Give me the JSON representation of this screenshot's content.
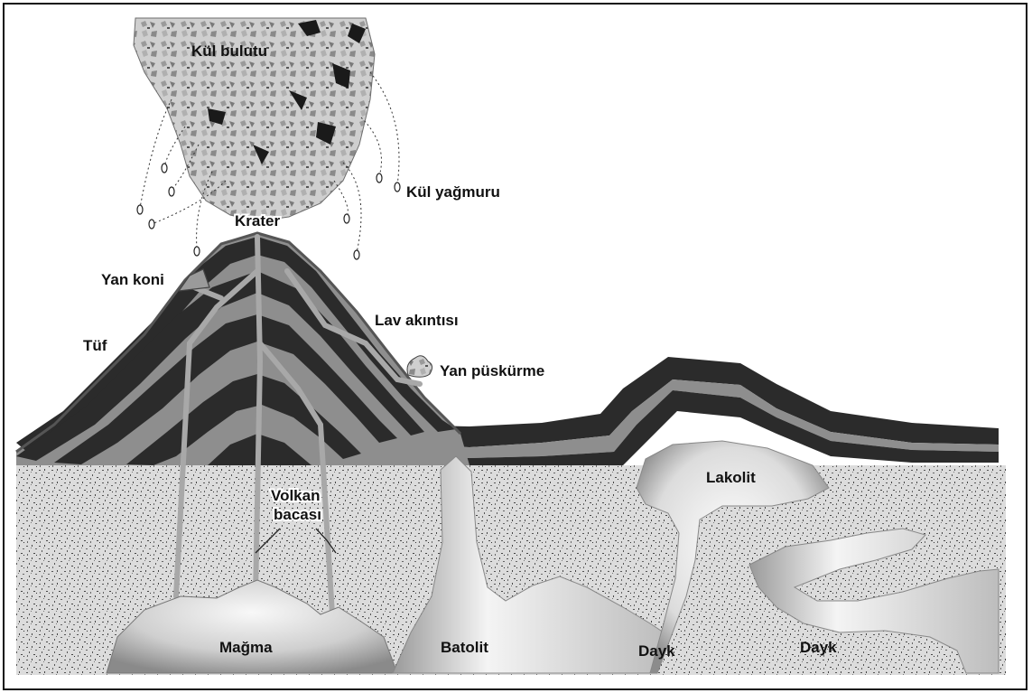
{
  "labels": {
    "ash_cloud": "Kül bulutu",
    "ash_rain": "Kül yağmuru",
    "crater": "Krater",
    "side_cone": "Yan koni",
    "tuff": "Tüf",
    "lava_flow": "Lav akıntısı",
    "side_eruption": "Yan püskürme",
    "volcano_vent_line1": "Volkan",
    "volcano_vent_line2": "bacası",
    "laccolith": "Lakolit",
    "magma": "Mağma",
    "batholith": "Batolit",
    "dike_1": "Dayk",
    "dike_2": "Dayk"
  },
  "colors": {
    "dark_layer": "#2b2b2b",
    "light_layer": "#8e8e8e",
    "rock_bg": "#d8d8d8",
    "intrusion": "#eeeeee",
    "frame": "#111111"
  }
}
